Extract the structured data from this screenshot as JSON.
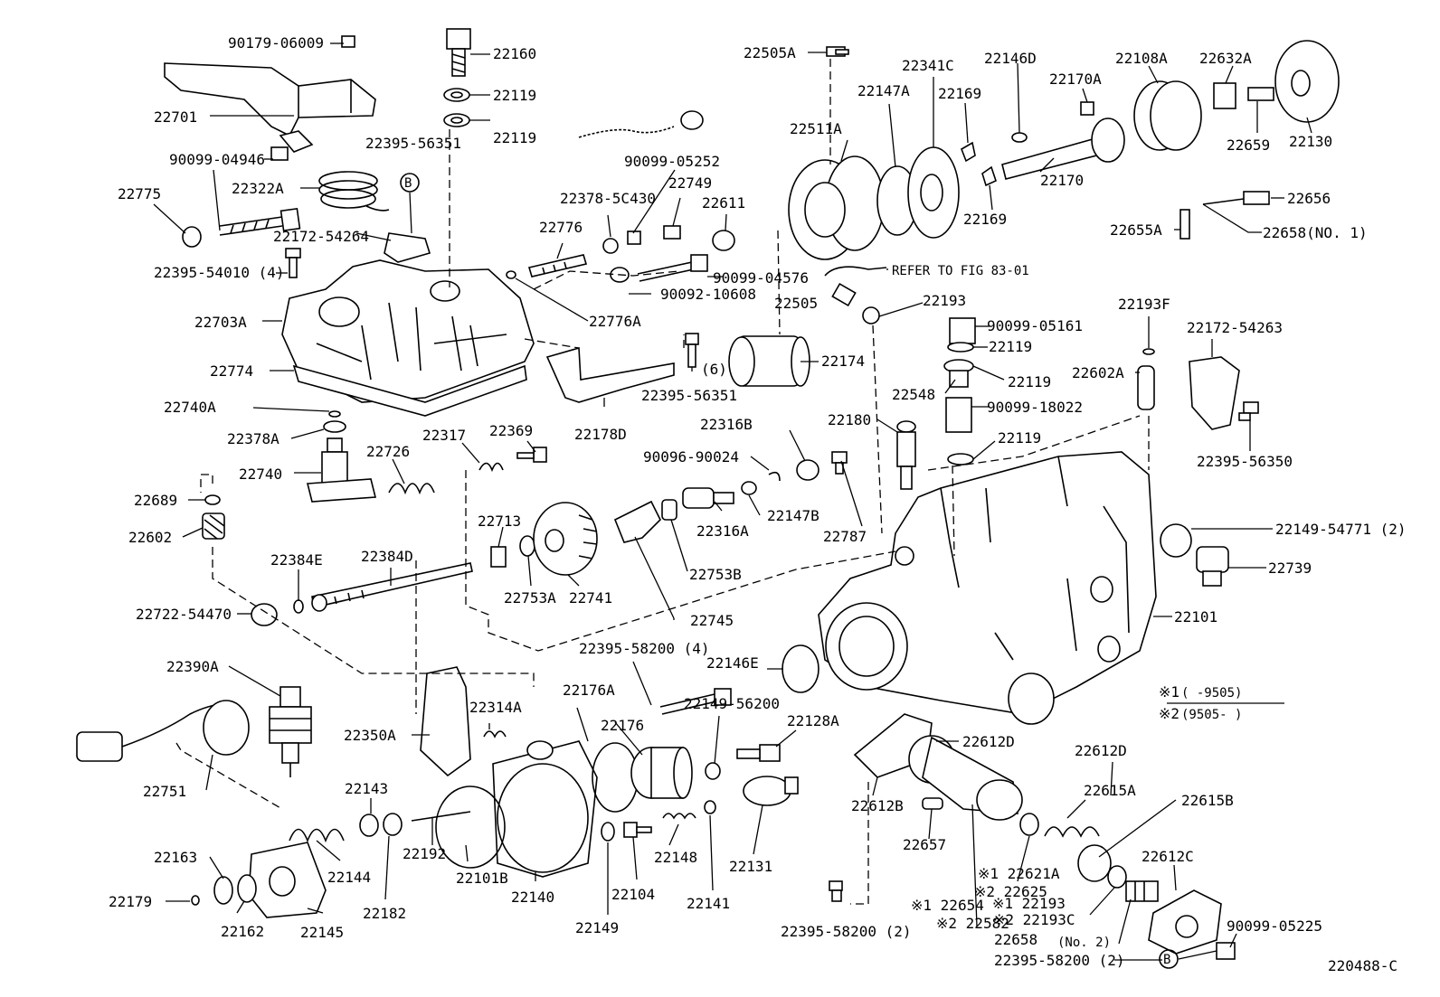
{
  "diagram_id": "220488-C",
  "reference_note": "REFER TO FIG 83-01",
  "circle_marker": "B",
  "legend": {
    "row1_mark": "※1",
    "row1_range": "(      -9505)",
    "row2_mark": "※2",
    "row2_range": "(9505-       )"
  },
  "labels": [
    "90179-06009",
    "22160",
    "22119",
    "22119",
    "22701",
    "22395-56351",
    "90099-04946",
    "22322A",
    "22775",
    "22172-54264",
    "22395-54010 (4)",
    "22703A",
    "22774",
    "22740A",
    "22378A",
    "22740",
    "22726",
    "22317",
    "22369",
    "22689",
    "22602",
    "22384E",
    "22384D",
    "22722-54470",
    "22713",
    "22753A",
    "22741",
    "22390A",
    "22751",
    "22350A",
    "22314A",
    "22176A",
    "22176",
    "22143",
    "22192",
    "22101B",
    "22140",
    "22144",
    "22182",
    "22163",
    "22179",
    "22162",
    "22145",
    "90099-05252",
    "22378-5C430",
    "22749",
    "22611",
    "22776",
    "90099-04576",
    "90092-10608",
    "22776A",
    "22395-56351",
    "(6)",
    "22178D",
    "22316B",
    "90096-90024",
    "22316A",
    "22147B",
    "22753B",
    "22745",
    "22395-58200 (4)",
    "22146E",
    "22149-56200",
    "22128A",
    "22149",
    "22104",
    "22148",
    "22141",
    "22131",
    "22505A",
    "22511A",
    "22147A",
    "22341C",
    "22146D",
    "22169",
    "22170A",
    "22108A",
    "22632A",
    "22659",
    "22130",
    "22170",
    "22169",
    "22656",
    "22655A",
    "22658(NO. 1)",
    "22505",
    "22193",
    "22174",
    "90099-05161",
    "22119",
    "22119",
    "22548",
    "90099-18022",
    "22180",
    "22119",
    "22787",
    "22193F",
    "22602A",
    "22172-54263",
    "22395-56350",
    "22149-54771 (2)",
    "22739",
    "22101",
    "22612D",
    "22612B",
    "22657",
    "22395-58200 (2)",
    "22612D",
    "22615A",
    "22615B",
    "22612C",
    "90099-05225",
    "※1 22621A",
    "※2 22625",
    "※1 22654",
    "※2 22582",
    "※1 22193",
    "※2 22193C",
    "22658",
    "(No. 2)",
    "22395-58200 (2)"
  ]
}
